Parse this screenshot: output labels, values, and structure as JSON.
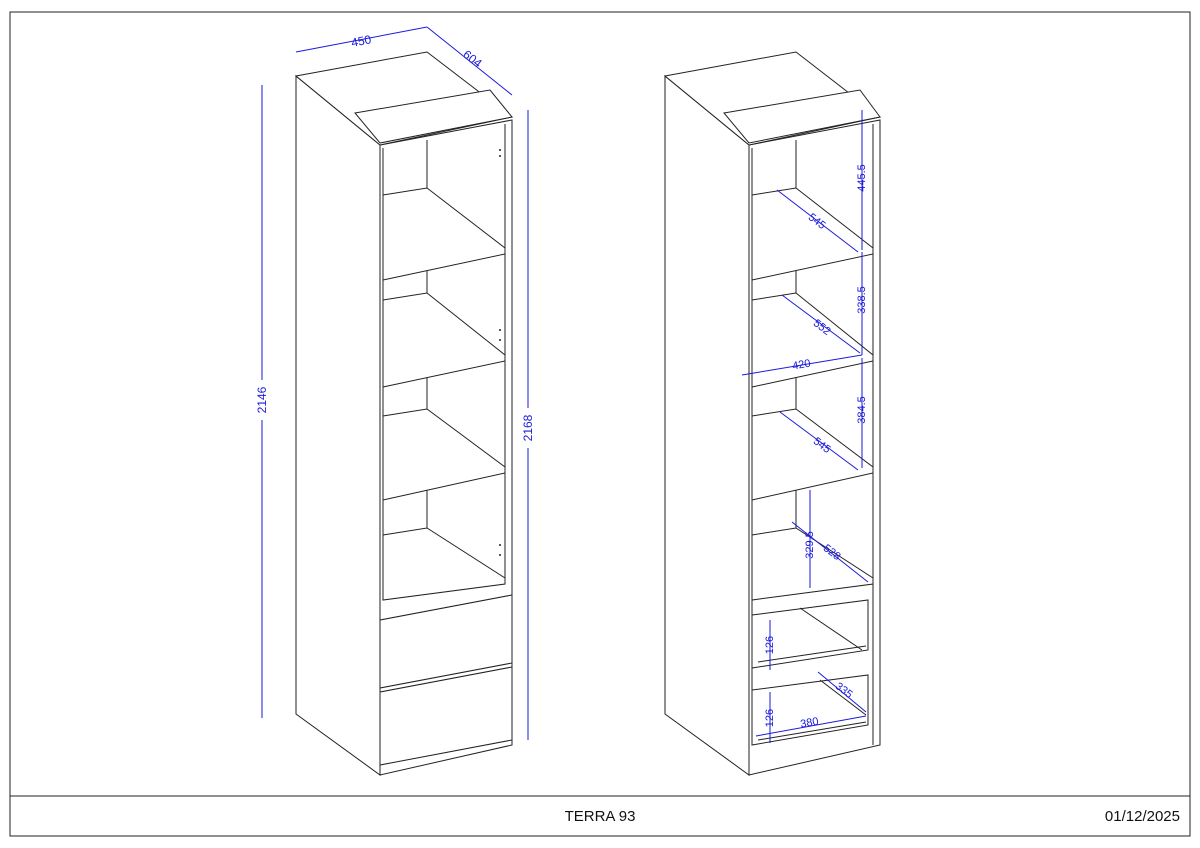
{
  "footer": {
    "title": "TERRA 93",
    "date": "01/12/2025"
  },
  "left_view": {
    "dims": {
      "width": "450",
      "depth": "604",
      "height_side": "2146",
      "height_front": "2168"
    }
  },
  "right_view": {
    "dims": {
      "top_gap": "445.5",
      "shelf1_depth": "545",
      "gap2": "338.5",
      "shelf2_depth": "552",
      "inner_width": "420",
      "gap3": "384.5",
      "shelf3_depth": "545",
      "gap4": "329.5",
      "shelf4_depth": "528",
      "drawer1_height": "126",
      "drawer_depth": "335",
      "drawer2_height": "126",
      "drawer_width": "380"
    }
  },
  "colors": {
    "line": "#222222",
    "dimension": "#1a1adc"
  }
}
